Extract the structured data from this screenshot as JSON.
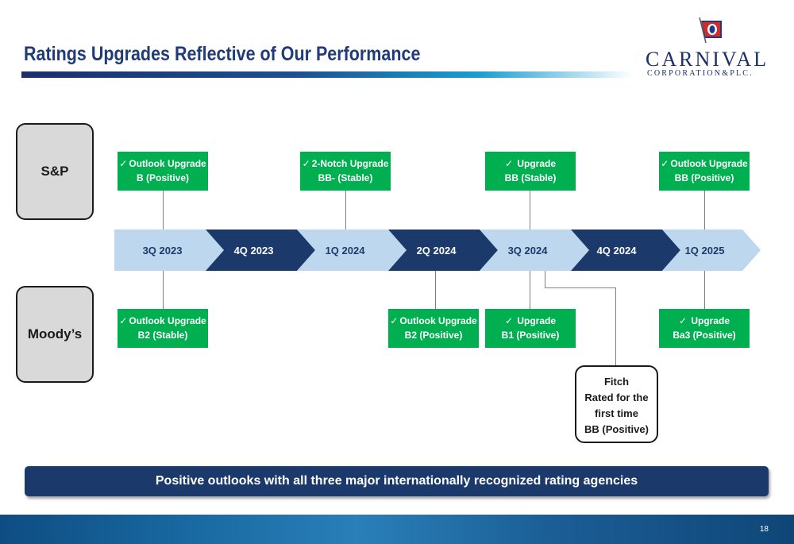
{
  "header": {
    "title": "Ratings Upgrades Reflective of Our Performance"
  },
  "logo": {
    "name": "CARNIVAL",
    "subtitle": "CORPORATION&PLC."
  },
  "agencies": {
    "sp": "S&P",
    "moodys": "Moody’s"
  },
  "timeline": [
    {
      "label": "3Q 2023"
    },
    {
      "label": "4Q 2023"
    },
    {
      "label": "1Q 2024"
    },
    {
      "label": "2Q 2024"
    },
    {
      "label": "3Q 2024"
    },
    {
      "label": "4Q 2024"
    },
    {
      "label": "1Q 2025"
    }
  ],
  "sp_events": [
    {
      "line1": "Outlook Upgrade",
      "line2": "B (Positive)"
    },
    {
      "line1": "2-Notch Upgrade",
      "line2": "BB- (Stable)"
    },
    {
      "line1": "Upgrade",
      "line2": "BB (Stable)"
    },
    {
      "line1": "Outlook Upgrade",
      "line2": "BB (Positive)"
    }
  ],
  "moodys_events": [
    {
      "line1": "Outlook Upgrade",
      "line2": "B2 (Stable)"
    },
    {
      "line1": "Outlook Upgrade",
      "line2": "B2 (Positive)"
    },
    {
      "line1": "Upgrade",
      "line2": "B1 (Positive)"
    },
    {
      "line1": "Upgrade",
      "line2": "Ba3 (Positive)"
    }
  ],
  "check_glyph": "✓",
  "fitch": {
    "line1": "Fitch",
    "line2": "Rated for the",
    "line3": "first time",
    "line4": "BB (Positive)"
  },
  "banner": "Positive outlooks with all three major internationally recognized rating agencies",
  "page_number": "18",
  "colors": {
    "title": "#1f3b7a",
    "upgrade_box": "#00b050",
    "chevron_light": "#bdd7ee",
    "chevron_dark": "#1b3a6b",
    "banner": "#1b3a6b",
    "agency_box": "#d9d9d9"
  }
}
